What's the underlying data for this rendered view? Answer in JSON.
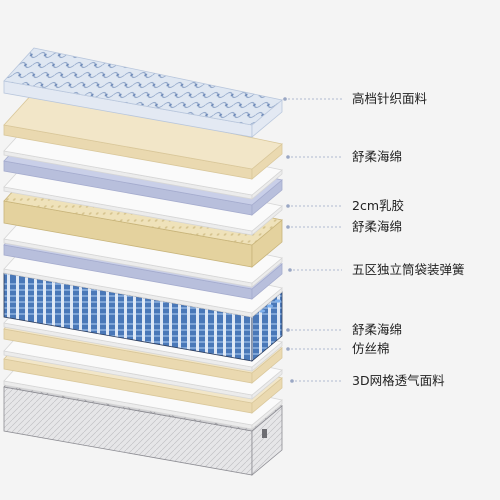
{
  "layers": [
    {
      "kind": "knit-top"
    },
    {
      "kind": "cream"
    },
    {
      "kind": "white"
    },
    {
      "kind": "lavender"
    },
    {
      "kind": "white"
    },
    {
      "kind": "latex"
    },
    {
      "kind": "white"
    },
    {
      "kind": "lavender"
    },
    {
      "kind": "white"
    },
    {
      "kind": "springs"
    },
    {
      "kind": "white"
    },
    {
      "kind": "cream"
    },
    {
      "kind": "white"
    },
    {
      "kind": "cream"
    },
    {
      "kind": "white"
    },
    {
      "kind": "base"
    }
  ],
  "labels": [
    {
      "text": "高档针织面料"
    },
    {
      "text": "舒柔海绵"
    },
    {
      "text": "2cm乳胶"
    },
    {
      "text": "舒柔海绵"
    },
    {
      "text": "五区独立筒袋装弹簧"
    },
    {
      "text": "舒柔海绵"
    },
    {
      "text": "仿丝棉"
    },
    {
      "text": "3D网格透气面料"
    }
  ],
  "colors": {
    "background": "#f4f4f4",
    "leader": "#9aa7c4",
    "cream": "#f2e6c8",
    "lavender": "#c9cfe8",
    "white": "#fafafa",
    "latex": "#ede0b6",
    "spring_blue": "#4a78b8"
  }
}
